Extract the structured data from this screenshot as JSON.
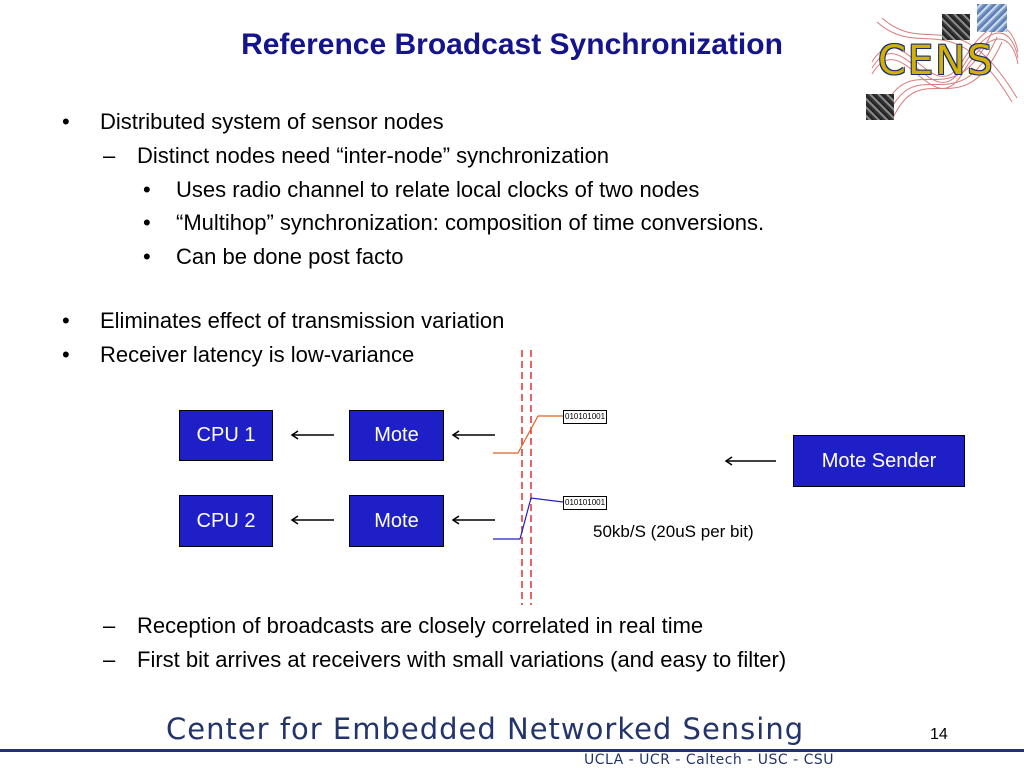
{
  "title": "Reference Broadcast Synchronization",
  "logo": {
    "text": "CENS"
  },
  "bullets": [
    {
      "level": 1,
      "marker": "•",
      "text": "Distributed system of sensor nodes"
    },
    {
      "level": 2,
      "marker": "–",
      "text": "Distinct nodes need “inter-node” synchronization"
    },
    {
      "level": 3,
      "marker": "•",
      "text": "Uses radio channel to relate local clocks of two nodes"
    },
    {
      "level": 3,
      "marker": "•",
      "text": "“Multihop” synchronization: composition of time conversions."
    },
    {
      "level": 3,
      "marker": "•",
      "text": "Can be done post facto"
    },
    {
      "level": 1,
      "marker": "•",
      "text": "Eliminates effect of transmission variation"
    },
    {
      "level": 1,
      "marker": "•",
      "text": "Receiver latency is low-variance"
    }
  ],
  "diagram": {
    "cpu1": "CPU 1",
    "cpu2": "CPU 2",
    "mote1": "Mote",
    "mote2": "Mote",
    "sender": "Mote Sender",
    "bits1": "010101001",
    "bits2": "010101001",
    "rate": "50kb/S (20uS per bit)",
    "colors": {
      "box": "#1f1fc7",
      "signal1": "#e06020",
      "signal2": "#2020c0",
      "dashed": "#e03030"
    }
  },
  "sub_bullets": [
    {
      "marker": "–",
      "text": "Reception of broadcasts are closely correlated in real time"
    },
    {
      "marker": "–",
      "text": "First bit arrives at receivers with small variations (and easy to filter)"
    }
  ],
  "footer": {
    "name": "Center for Embedded Networked Sensing",
    "institutions": "UCLA - UCR - Caltech - USC - CSU",
    "page": "14"
  }
}
